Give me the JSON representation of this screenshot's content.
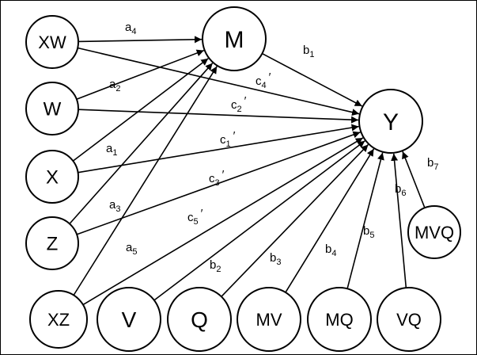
{
  "nodes": [
    {
      "id": "XW",
      "label": "XW"
    },
    {
      "id": "M",
      "label": "M"
    },
    {
      "id": "W",
      "label": "W"
    },
    {
      "id": "X",
      "label": "X"
    },
    {
      "id": "Z",
      "label": "Z"
    },
    {
      "id": "Y",
      "label": "Y"
    },
    {
      "id": "MVQ",
      "label": "MVQ"
    },
    {
      "id": "XZ",
      "label": "XZ"
    },
    {
      "id": "V",
      "label": "V"
    },
    {
      "id": "Q",
      "label": "Q"
    },
    {
      "id": "MV",
      "label": "MV"
    },
    {
      "id": "MQ",
      "label": "MQ"
    },
    {
      "id": "VQ",
      "label": "VQ"
    }
  ],
  "edges": [
    {
      "from": "XW",
      "to": "M",
      "base": "a",
      "sub": "4",
      "prime": ""
    },
    {
      "from": "W",
      "to": "M",
      "base": "a",
      "sub": "2",
      "prime": ""
    },
    {
      "from": "X",
      "to": "M",
      "base": "a",
      "sub": "1",
      "prime": ""
    },
    {
      "from": "Z",
      "to": "M",
      "base": "a",
      "sub": "3",
      "prime": ""
    },
    {
      "from": "XZ",
      "to": "M",
      "base": "a",
      "sub": "5",
      "prime": ""
    },
    {
      "from": "M",
      "to": "Y",
      "base": "b",
      "sub": "1",
      "prime": ""
    },
    {
      "from": "XW",
      "to": "Y",
      "base": "c",
      "sub": "4",
      "prime": "′"
    },
    {
      "from": "W",
      "to": "Y",
      "base": "c",
      "sub": "2",
      "prime": "′"
    },
    {
      "from": "X",
      "to": "Y",
      "base": "c",
      "sub": "1",
      "prime": "′"
    },
    {
      "from": "Z",
      "to": "Y",
      "base": "c",
      "sub": "3",
      "prime": "′"
    },
    {
      "from": "XZ",
      "to": "Y",
      "base": "c",
      "sub": "5",
      "prime": "′"
    },
    {
      "from": "V",
      "to": "Y",
      "base": "b",
      "sub": "2",
      "prime": ""
    },
    {
      "from": "Q",
      "to": "Y",
      "base": "b",
      "sub": "3",
      "prime": ""
    },
    {
      "from": "MV",
      "to": "Y",
      "base": "b",
      "sub": "4",
      "prime": ""
    },
    {
      "from": "MQ",
      "to": "Y",
      "base": "b",
      "sub": "5",
      "prime": ""
    },
    {
      "from": "VQ",
      "to": "Y",
      "base": "b",
      "sub": "6",
      "prime": ""
    },
    {
      "from": "MVQ",
      "to": "Y",
      "base": "b",
      "sub": "7",
      "prime": ""
    }
  ]
}
